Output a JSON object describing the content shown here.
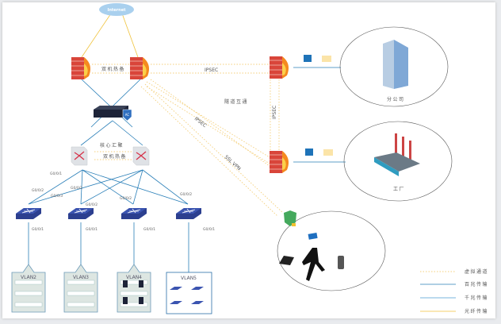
{
  "internet": {
    "label": "Internet"
  },
  "hq": {
    "ha_label": "双机热备",
    "ipsec_label": "IPSEC",
    "ac_label": "AC",
    "core_label": "核心汇聚",
    "core_ha_label": "双机热备"
  },
  "tunnels": {
    "tunnel_label": "隧道互通",
    "ipsec_label": "IPSEC",
    "ssl_label": "SSL VPN",
    "vertical_ipsec_label": "IPSEC"
  },
  "ports": {
    "p1": "G0/0/1",
    "p2": "G0/0/2",
    "p3": "G0/0/3"
  },
  "vlans": [
    "VLAN2",
    "VLAN3",
    "VLAN4",
    "VLAN5"
  ],
  "sites": {
    "branch": "分公司",
    "factory": "工厂"
  },
  "legend": [
    {
      "label": "虚拟通道",
      "color": "#f4cf7a",
      "style": "dotted"
    },
    {
      "label": "百兆传输",
      "color": "#2a7fb8",
      "style": "solid"
    },
    {
      "label": "千兆传输",
      "color": "#4a9bd0",
      "style": "solid"
    },
    {
      "label": "光纤传输",
      "color": "#f0c23a",
      "style": "solid"
    }
  ]
}
